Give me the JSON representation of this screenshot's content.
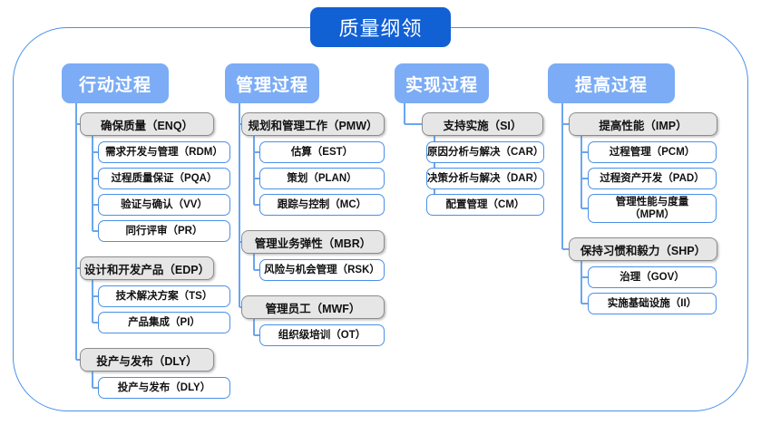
{
  "diagram": {
    "title": "质量纲领",
    "frame_color": "#4a90e8",
    "title_color": "#1160d4",
    "header_color": "#7bacf5",
    "parent_color": "#e6e6e6",
    "child_border_color": "#4a90e8"
  },
  "columns": [
    {
      "header": "行动过程",
      "groups": [
        {
          "parent": "确保质量（ENQ）",
          "children": [
            "需求开发与管理（RDM）",
            "过程质量保证（PQA）",
            "验证与确认（VV）",
            "同行评审（PR）"
          ]
        },
        {
          "parent": "设计和开发产品（EDP）",
          "children": [
            "技术解决方案（TS）",
            "产品集成（PI）"
          ]
        },
        {
          "parent": "投产与发布（DLY）",
          "children": [
            "投产与发布（DLY）"
          ]
        }
      ]
    },
    {
      "header": "管理过程",
      "groups": [
        {
          "parent": "规划和管理工作（PMW）",
          "children": [
            "估算（EST）",
            "策划（PLAN）",
            "跟踪与控制（MC）"
          ]
        },
        {
          "parent": "管理业务弹性（MBR）",
          "children": [
            "风险与机会管理（RSK）"
          ]
        },
        {
          "parent": "管理员工（MWF）",
          "children": [
            "组织级培训（OT）"
          ]
        }
      ]
    },
    {
      "header": "实现过程",
      "groups": [
        {
          "parent": "支持实施（SI）",
          "children": [
            "原因分析与解决（CAR）",
            "决策分析与解决（DAR）",
            "配置管理（CM）"
          ]
        }
      ]
    },
    {
      "header": "提高过程",
      "groups": [
        {
          "parent": "提高性能（IMP）",
          "children": [
            "过程管理（PCM）",
            "过程资产开发（PAD）",
            "管理性能与度量\n（MPM）"
          ]
        },
        {
          "parent": "保持习惯和毅力（SHP）",
          "children": [
            "治理（GOV）",
            "实施基础设施（II）"
          ]
        }
      ]
    }
  ]
}
